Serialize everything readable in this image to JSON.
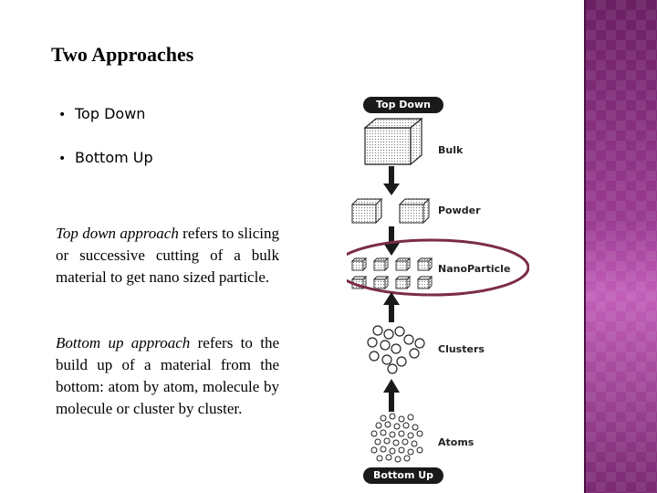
{
  "slide": {
    "title": "Two Approaches",
    "bullets": [
      {
        "label": "Top Down"
      },
      {
        "label": "Bottom Up"
      }
    ],
    "paragraphs": [
      {
        "term": "Top down approach",
        "rest": " refers to slicing or successive cutting of a bulk material to get nano sized particle."
      },
      {
        "term": "Bottom up approach",
        "rest": " refers to the build up of a material from the bottom: atom by atom, molecule by molecule or cluster by cluster."
      }
    ]
  },
  "diagram": {
    "top_label": "Top Down",
    "bottom_label": "Bottom Up",
    "stages": [
      {
        "label": "Bulk"
      },
      {
        "label": "Powder"
      },
      {
        "label": "NanoParticle"
      },
      {
        "label": "Clusters"
      },
      {
        "label": "Atoms"
      }
    ],
    "highlight_color": "#7b2c4a"
  },
  "theme": {
    "accent": "#7a2a72"
  }
}
